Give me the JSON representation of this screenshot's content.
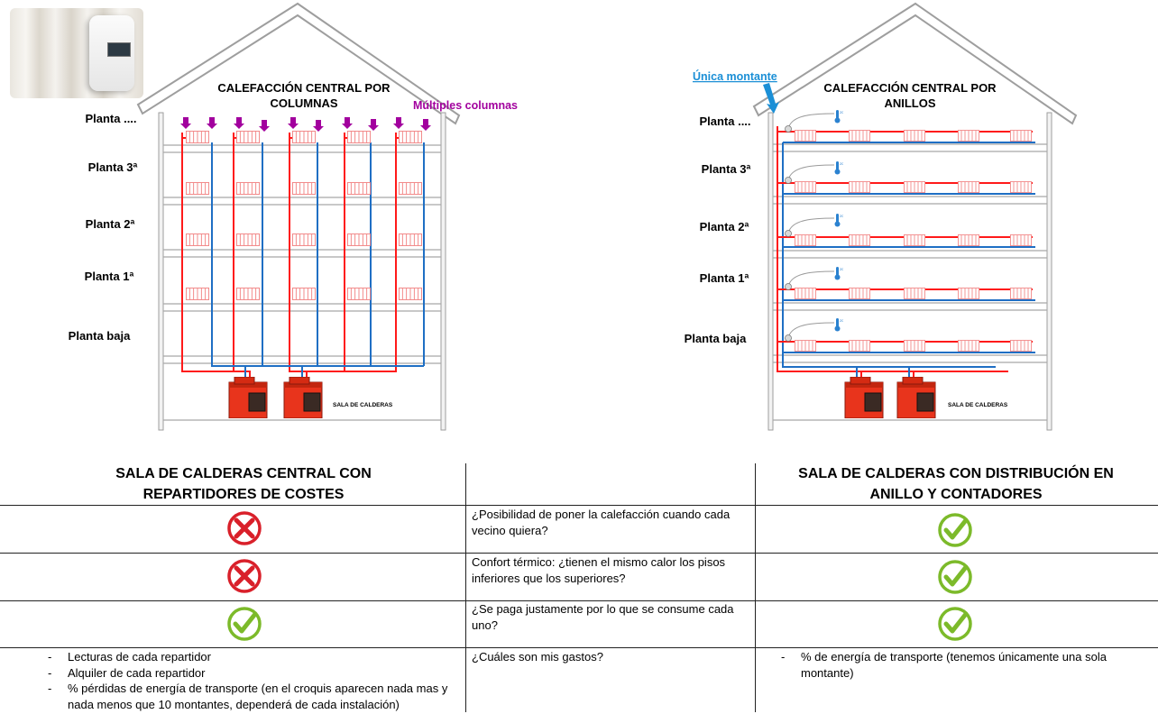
{
  "left_diagram": {
    "title_line1": "CALEFACCIÓN CENTRAL POR",
    "title_line2": "COLUMNAS",
    "callout": "Múltiples columnas",
    "floors": [
      "Planta ....",
      "Planta 3ª",
      "Planta 2ª",
      "Planta 1ª",
      "Planta baja"
    ],
    "boiler_room_label": "SALA DE CALDERAS"
  },
  "right_diagram": {
    "title_line1": "CALEFACCIÓN CENTRAL POR",
    "title_line2": "ANILLOS",
    "callout": "Única montante",
    "floors": [
      "Planta ....",
      "Planta 3ª",
      "Planta 2ª",
      "Planta 1ª",
      "Planta baja"
    ],
    "boiler_room_label": "SALA DE CALDERAS"
  },
  "colors": {
    "hot_pipe": "#ff1a1a",
    "cold_pipe": "#1f6fc4",
    "callout_left": "#a2009e",
    "callout_right": "#1b8fd6",
    "boiler": "#e8341c",
    "check": "#7cba2a",
    "cross": "#d9202a"
  },
  "table": {
    "header_left_line1": "SALA DE CALDERAS CENTRAL CON",
    "header_left_line2": "REPARTIDORES DE COSTES",
    "header_right_line1": "SALA DE CALDERAS CON DISTRIBUCIÓN EN",
    "header_right_line2": "ANILLO Y CONTADORES",
    "rows": [
      {
        "q1": "¿Posibilidad de poner la calefacción cuando cada",
        "q2": "vecino quiera?",
        "left": "cross-icon",
        "right": "check-icon"
      },
      {
        "q1": "Confort térmico: ¿tienen el mismo calor los pisos",
        "q2": "inferiores que los superiores?",
        "left": "cross-icon",
        "right": "check-icon"
      },
      {
        "q1": "¿Se paga justamente por lo que se consume cada",
        "q2": "uno?",
        "left": "check-icon",
        "right": "check-icon"
      }
    ],
    "costs_question": "¿Cuáles son mis gastos?",
    "costs_left": [
      "Lecturas de cada repartidor",
      "Alquiler de cada repartidor",
      "% pérdidas de energía de transporte (en el croquis aparecen nada mas y nada menos que 10 montantes, dependerá de cada instalación)"
    ],
    "costs_right": [
      "% de energía de transporte (tenemos únicamente una sola montante)"
    ]
  }
}
